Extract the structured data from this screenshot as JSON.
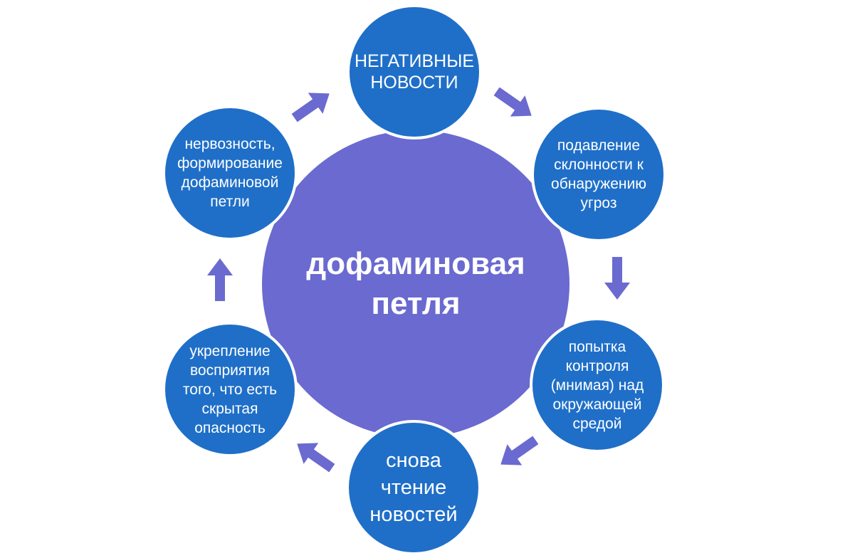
{
  "center": {
    "label": "дофаминовая\nпетля"
  },
  "nodes": [
    {
      "id": "top",
      "label": "НЕГАТИВНЫЕ\nНОВОСТИ"
    },
    {
      "id": "top-right",
      "label": "подавление\nсклонности к\nобнаружению\nугроз"
    },
    {
      "id": "bottom-right",
      "label": "попытка\nконтроля\n(мнимая) над\nокружающей\nсредой"
    },
    {
      "id": "bottom",
      "label": "снова\nчтение\nновостей"
    },
    {
      "id": "bottom-left",
      "label": "укрепление\nвосприятия\nтого, что есть\nскрытая\nопасность"
    },
    {
      "id": "top-left",
      "label": "нервозность,\nформирование\nдофаминовой\nпетли"
    }
  ],
  "colors": {
    "center": "#6a6ad0",
    "node": "#1f6fc8",
    "arrow": "#6a6ad0",
    "text": "#ffffff"
  }
}
